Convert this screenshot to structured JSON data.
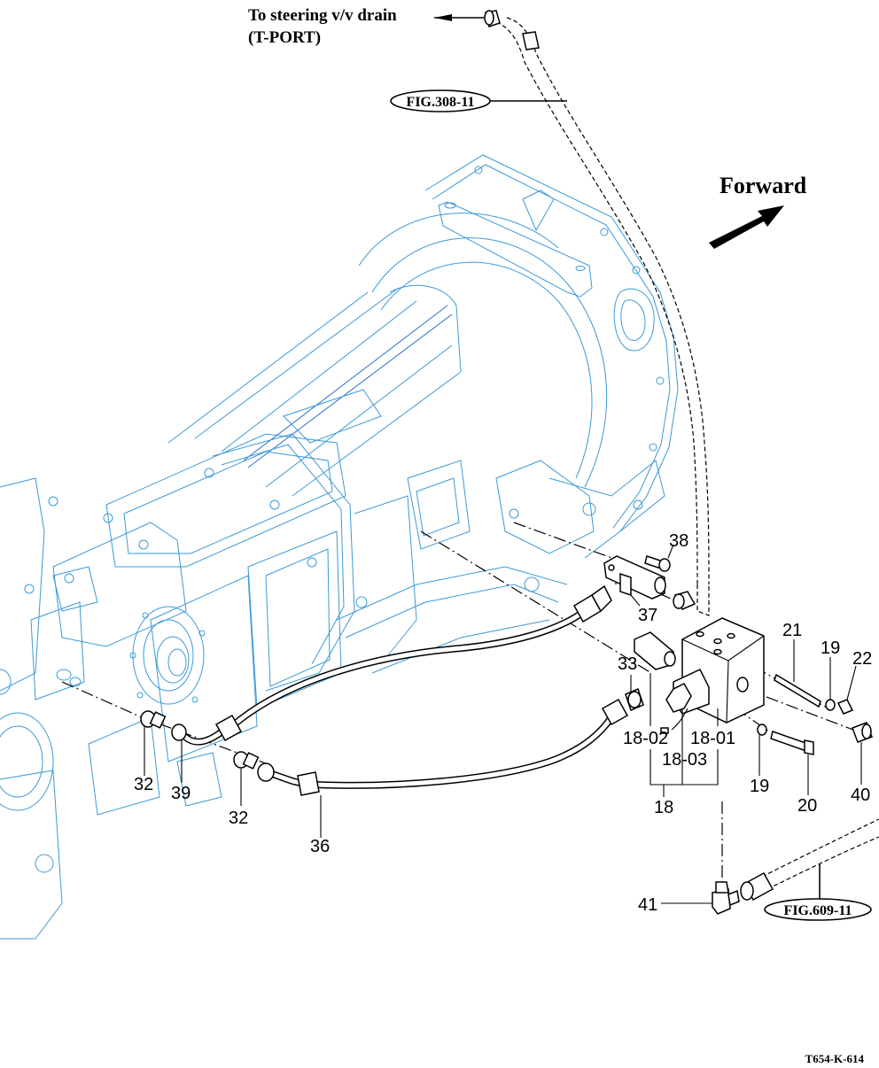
{
  "diagram": {
    "type": "exploded-parts-diagram",
    "subject": "Transmission hydraulic valve block and hose routing",
    "line_colors": {
      "housing": "#3a9ad6",
      "housing_accent": "#2a6fd0",
      "parts": "#000000"
    }
  },
  "notes": {
    "steering_drain_line1": "To steering v/v drain",
    "steering_drain_line2": "(T-PORT)",
    "forward": "Forward",
    "figure_code": "T654-K-614"
  },
  "references": [
    {
      "id": "ref-fig-308",
      "label": "FIG.308-11"
    },
    {
      "id": "ref-fig-609",
      "label": "FIG.609-11"
    }
  ],
  "callouts": [
    {
      "id": "c38",
      "label": "38"
    },
    {
      "id": "c37",
      "label": "37"
    },
    {
      "id": "c21",
      "label": "21"
    },
    {
      "id": "c19a",
      "label": "19"
    },
    {
      "id": "c22",
      "label": "22"
    },
    {
      "id": "c33",
      "label": "33"
    },
    {
      "id": "c18-02",
      "label": "18-02"
    },
    {
      "id": "c18-01",
      "label": "18-01"
    },
    {
      "id": "c18-03",
      "label": "18-03"
    },
    {
      "id": "c18",
      "label": "18"
    },
    {
      "id": "c19b",
      "label": "19"
    },
    {
      "id": "c20",
      "label": "20"
    },
    {
      "id": "c40",
      "label": "40"
    },
    {
      "id": "c32a",
      "label": "32"
    },
    {
      "id": "c39",
      "label": "39"
    },
    {
      "id": "c32b",
      "label": "32"
    },
    {
      "id": "c36",
      "label": "36"
    },
    {
      "id": "c41",
      "label": "41"
    }
  ]
}
